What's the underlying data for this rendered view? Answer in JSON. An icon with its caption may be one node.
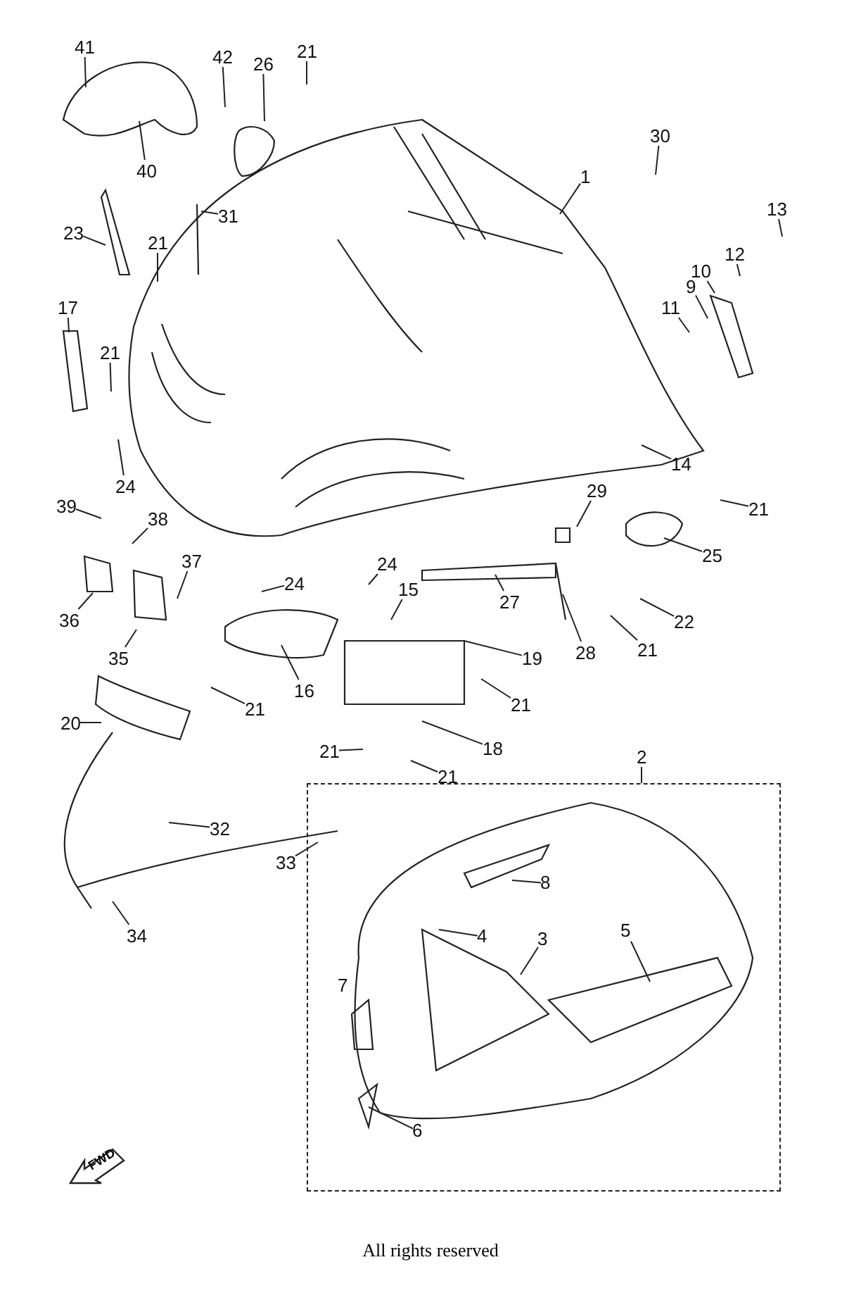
{
  "diagram": {
    "nodes": [
      {
        "text": [
          "1"
        ]
      },
      {
        "text": [
          "30"
        ]
      },
      {
        "text": [
          "13"
        ]
      },
      {
        "text": [
          "12"
        ]
      },
      {
        "text": [
          "10"
        ]
      },
      {
        "text": [
          "9"
        ]
      },
      {
        "text": [
          "11"
        ]
      },
      {
        "text": [
          "14"
        ]
      },
      {
        "text": [
          "42"
        ]
      },
      {
        "text": [
          "26"
        ]
      },
      {
        "text": [
          "21"
        ]
      },
      {
        "text": [
          "41"
        ]
      },
      {
        "text": [
          "40"
        ]
      },
      {
        "text": [
          "23"
        ]
      },
      {
        "text": [
          "31"
        ]
      },
      {
        "text": [
          "21"
        ]
      },
      {
        "text": [
          "17"
        ]
      },
      {
        "text": [
          "21"
        ]
      },
      {
        "text": [
          "24"
        ]
      },
      {
        "text": [
          "39"
        ]
      },
      {
        "text": [
          "38"
        ]
      },
      {
        "text": [
          "37"
        ]
      },
      {
        "text": [
          "36"
        ]
      },
      {
        "text": [
          "35"
        ]
      },
      {
        "text": [
          "24"
        ]
      },
      {
        "text": [
          "24"
        ]
      },
      {
        "text": [
          "15"
        ]
      },
      {
        "text": [
          "16"
        ]
      },
      {
        "text": [
          "27"
        ]
      },
      {
        "text": [
          "19"
        ]
      },
      {
        "text": [
          "21"
        ]
      },
      {
        "text": [
          "18"
        ]
      },
      {
        "text": [
          "21"
        ]
      },
      {
        "text": [
          "21"
        ]
      },
      {
        "text": [
          "29"
        ]
      },
      {
        "text": [
          "21"
        ]
      },
      {
        "text": [
          "25"
        ]
      },
      {
        "text": [
          "28"
        ]
      },
      {
        "text": [
          "22"
        ]
      },
      {
        "text": [
          "21"
        ]
      },
      {
        "text": [
          "21"
        ]
      },
      {
        "text": [
          "20"
        ]
      },
      {
        "text": [
          "32"
        ]
      },
      {
        "text": [
          "33"
        ]
      },
      {
        "text": [
          "34"
        ]
      },
      {
        "text": [],
        "shape": "box"
      },
      {
        "text": [
          "2"
        ]
      },
      {
        "text": [
          "8"
        ],
        "in": 45
      },
      {
        "text": [
          "4"
        ],
        "in": 45
      },
      {
        "text": [
          "3"
        ],
        "in": 45
      },
      {
        "text": [
          "5"
        ],
        "in": 45
      },
      {
        "text": [
          "7"
        ],
        "in": 45
      },
      {
        "text": [
          "6"
        ],
        "in": 45
      },
      {
        "text": [
          "FWD"
        ]
      }
    ],
    "edges": [
      {
        "from": 0,
        "to": null,
        "arrow": "none"
      },
      {
        "from": 1,
        "to": null,
        "arrow": "none"
      },
      {
        "from": 2,
        "to": null,
        "arrow": "none"
      },
      {
        "from": 3,
        "to": null,
        "arrow": "none"
      },
      {
        "from": 4,
        "to": null,
        "arrow": "none"
      },
      {
        "from": 5,
        "to": null,
        "arrow": "none"
      },
      {
        "from": 6,
        "to": null,
        "arrow": "none"
      },
      {
        "from": 7,
        "to": null,
        "arrow": "none"
      },
      {
        "from": 8,
        "to": null,
        "arrow": "none"
      },
      {
        "from": 9,
        "to": null,
        "arrow": "none"
      },
      {
        "from": 10,
        "to": null,
        "arrow": "none"
      },
      {
        "from": 11,
        "to": null,
        "arrow": "none"
      },
      {
        "from": 12,
        "to": null,
        "arrow": "none"
      },
      {
        "from": 13,
        "to": null,
        "arrow": "none"
      },
      {
        "from": 14,
        "to": null,
        "arrow": "none"
      },
      {
        "from": 15,
        "to": null,
        "arrow": "none"
      },
      {
        "from": 16,
        "to": null,
        "arrow": "none"
      },
      {
        "from": 17,
        "to": null,
        "arrow": "none"
      },
      {
        "from": 18,
        "to": null,
        "arrow": "none"
      },
      {
        "from": 19,
        "to": null,
        "arrow": "none"
      },
      {
        "from": 20,
        "to": null,
        "arrow": "none"
      },
      {
        "from": 21,
        "to": null,
        "arrow": "none"
      },
      {
        "from": 22,
        "to": null,
        "arrow": "none"
      },
      {
        "from": 23,
        "to": null,
        "arrow": "none"
      },
      {
        "from": 24,
        "to": null,
        "arrow": "none"
      },
      {
        "from": 25,
        "to": null,
        "arrow": "none"
      },
      {
        "from": 26,
        "to": null,
        "arrow": "none"
      },
      {
        "from": 27,
        "to": null,
        "arrow": "none"
      },
      {
        "from": 28,
        "to": null,
        "arrow": "none"
      },
      {
        "from": 29,
        "to": null,
        "arrow": "none"
      },
      {
        "from": 30,
        "to": null,
        "arrow": "none"
      },
      {
        "from": 31,
        "to": null,
        "arrow": "none"
      },
      {
        "from": 32,
        "to": null,
        "arrow": "none"
      },
      {
        "from": 33,
        "to": null,
        "arrow": "none"
      },
      {
        "from": 34,
        "to": null,
        "arrow": "none"
      },
      {
        "from": 35,
        "to": null,
        "arrow": "none"
      },
      {
        "from": 36,
        "to": null,
        "arrow": "none"
      },
      {
        "from": 37,
        "to": null,
        "arrow": "none"
      },
      {
        "from": 38,
        "to": null,
        "arrow": "none"
      },
      {
        "from": 39,
        "to": null,
        "arrow": "none"
      },
      {
        "from": 40,
        "to": null,
        "arrow": "none"
      },
      {
        "from": 41,
        "to": null,
        "arrow": "none"
      },
      {
        "from": 42,
        "to": null,
        "arrow": "none"
      },
      {
        "from": 43,
        "to": null,
        "arrow": "none"
      },
      {
        "from": 44,
        "to": null,
        "arrow": "none"
      },
      {
        "from": 46,
        "to": 45,
        "arrow": "none"
      },
      {
        "from": 47,
        "to": null,
        "arrow": "none"
      },
      {
        "from": 48,
        "to": null,
        "arrow": "none"
      },
      {
        "from": 49,
        "to": null,
        "arrow": "none"
      },
      {
        "from": 50,
        "to": null,
        "arrow": "none"
      },
      {
        "from": 52,
        "to": null,
        "arrow": "none"
      }
    ],
    "labels": [
      "All rights reserved"
    ]
  }
}
